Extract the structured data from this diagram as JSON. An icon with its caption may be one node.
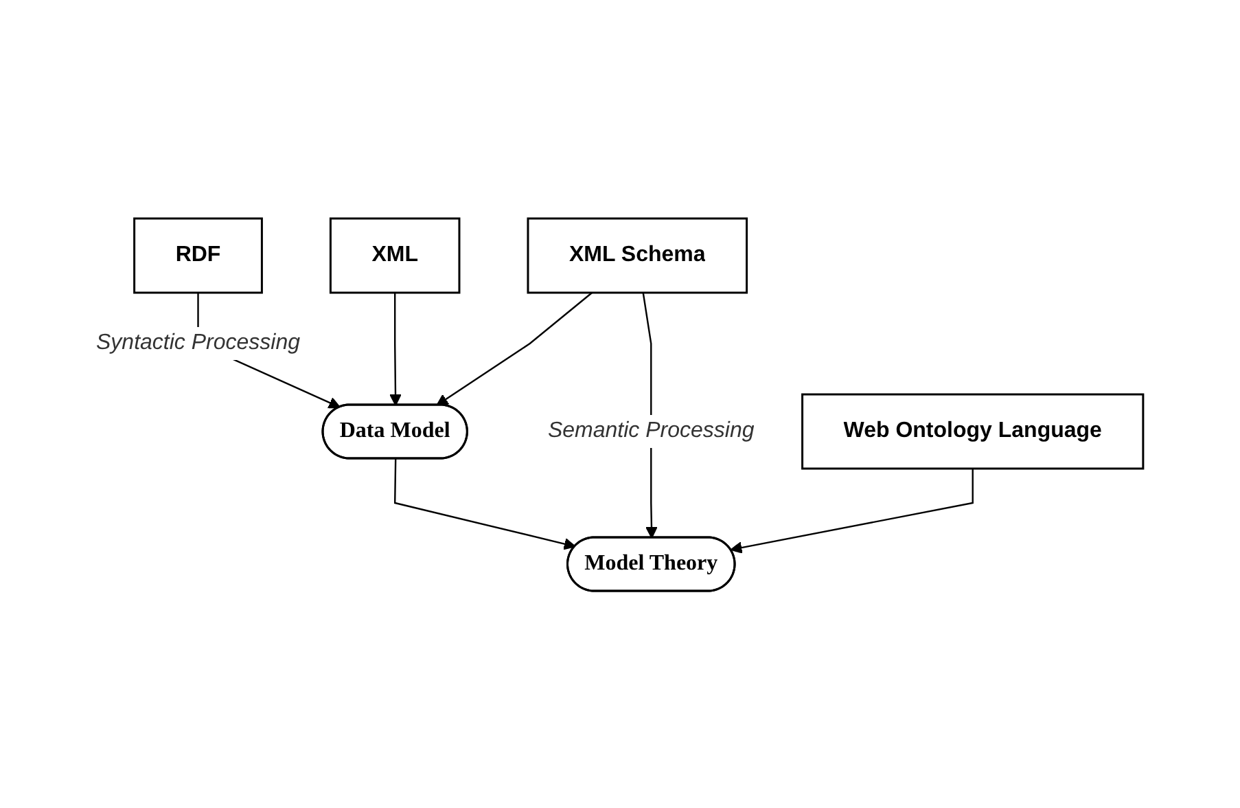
{
  "diagram": {
    "nodes": [
      {
        "text": [
          "RDF"
        ]
      },
      {
        "text": [
          "XML"
        ]
      },
      {
        "text": [
          "XML Schema"
        ]
      },
      {
        "text": [
          "Data Model"
        ]
      },
      {
        "text": [
          "Web Ontology Language"
        ]
      },
      {
        "text": [
          "Model Theory"
        ]
      }
    ],
    "edges": [
      {
        "from": 0,
        "to": 3,
        "arrow": "to",
        "label": "Syntactic Processing"
      },
      {
        "from": 1,
        "to": 3,
        "arrow": "to"
      },
      {
        "from": 2,
        "to": 3,
        "arrow": "to"
      },
      {
        "from": 3,
        "to": 5,
        "arrow": "to"
      },
      {
        "from": 2,
        "to": 5,
        "arrow": "to",
        "label": "Semantic Processing"
      },
      {
        "from": 4,
        "to": 5,
        "arrow": "to"
      }
    ]
  }
}
